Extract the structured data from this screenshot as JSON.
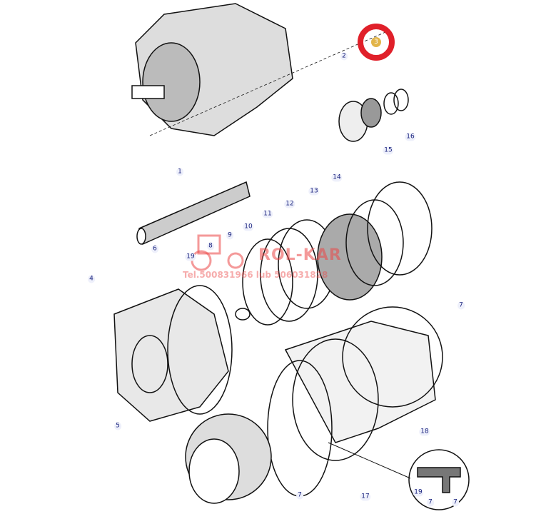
{
  "diagram": {
    "highlighted_part": "3",
    "highlight_color": "#e0202a",
    "badge_color": "#e2b54a",
    "labels": [
      "2",
      "1",
      "16",
      "15",
      "14",
      "13",
      "12",
      "11",
      "10",
      "9",
      "8",
      "19",
      "6",
      "4",
      "5",
      "7",
      "18",
      "17",
      "7",
      "19",
      "7",
      "7"
    ]
  },
  "watermark": {
    "brand": "ROL-KAR",
    "phone": "Tel.500831966 lub 506031828"
  }
}
